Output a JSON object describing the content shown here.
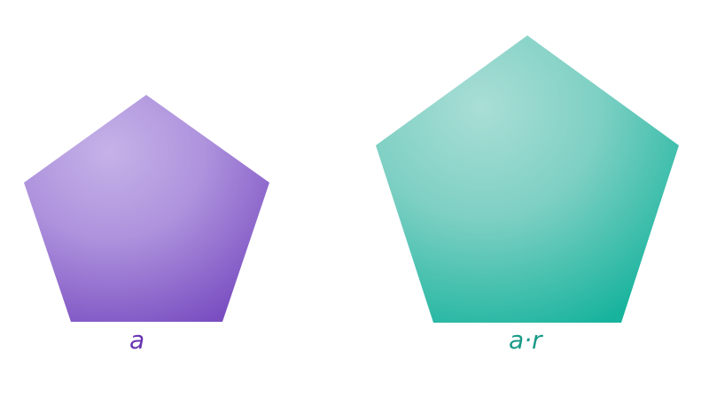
{
  "figure": {
    "shapes": [
      {
        "kind": "regular-pentagon",
        "label": "a",
        "color_light": "#c2aee6",
        "color_dark": "#7b4fc2",
        "label_color": "#6a35b2"
      },
      {
        "kind": "regular-pentagon",
        "label": "a·r",
        "color_light": "#a7ddd5",
        "color_dark": "#1bb59f",
        "label_color": "#1a9a88"
      }
    ]
  }
}
